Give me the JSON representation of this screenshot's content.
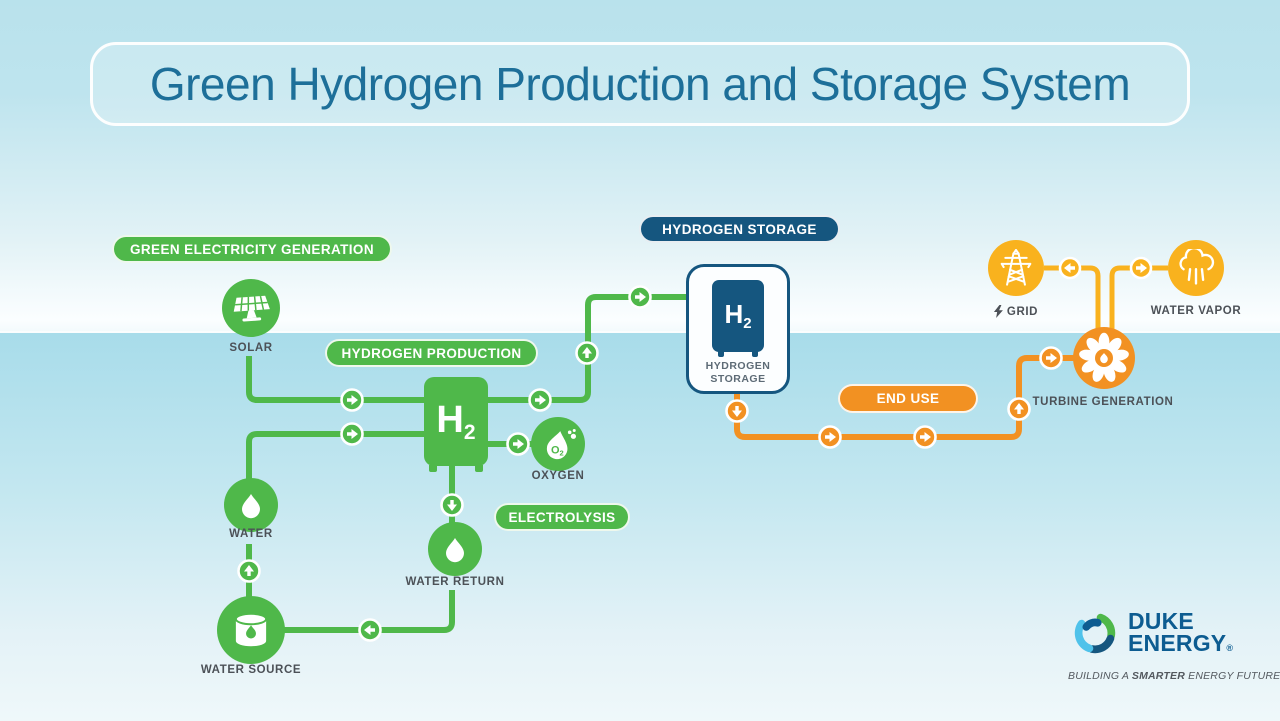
{
  "title": "Green Hydrogen Production and Storage System",
  "pills": {
    "green_electricity": "GREEN ELECTRICITY GENERATION",
    "hydrogen_production": "HYDROGEN PRODUCTION",
    "electrolysis": "ELECTROLYSIS",
    "hydrogen_storage": "HYDROGEN STORAGE",
    "end_use": "END USE"
  },
  "nodes": {
    "solar": "SOLAR",
    "water": "WATER",
    "water_source": "WATER SOURCE",
    "water_return": "WATER RETURN",
    "oxygen": "OXYGEN",
    "grid": "GRID",
    "water_vapor": "WATER VAPOR",
    "turbine_generation": "TURBINE GENERATION"
  },
  "symbols": {
    "h2_main": "H",
    "h2_sub": "2",
    "o2_main": "O",
    "o2_sub": "2"
  },
  "storage_card": {
    "line1": "HYDROGEN",
    "line2": "STORAGE"
  },
  "logo": {
    "name_line1": "DUKE",
    "name_line2": "ENERGY",
    "registered": "®",
    "tagline_prefix": "BUILDING A ",
    "tagline_emphasis": "SMARTER",
    "tagline_suffix": " ENERGY FUTURE ®"
  },
  "colors": {
    "green": "#4fb84a",
    "navy": "#15567f",
    "orange": "#f29122",
    "yellow": "#f9b21e",
    "title_blue": "#1d6f99",
    "label_gray": "#4c5157"
  }
}
